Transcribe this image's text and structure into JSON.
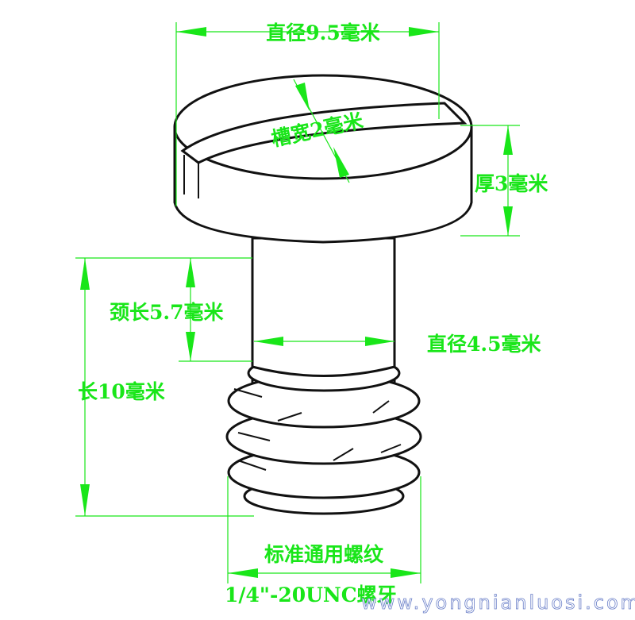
{
  "labels": {
    "head_diameter": "直径9.5毫米",
    "slot_width": "槽宽2毫米",
    "head_thickness": "厚3毫米",
    "neck_length": "颈长5.7毫米",
    "neck_diameter": "直径4.5毫米",
    "total_length": "长10毫米",
    "thread_standard": "标准通用螺纹",
    "thread_spec": "1/4\"-20UNC螺牙"
  },
  "watermark": "www.yongnianluosi.com",
  "colors": {
    "dimension": "#19e619",
    "outline": "#111111"
  }
}
